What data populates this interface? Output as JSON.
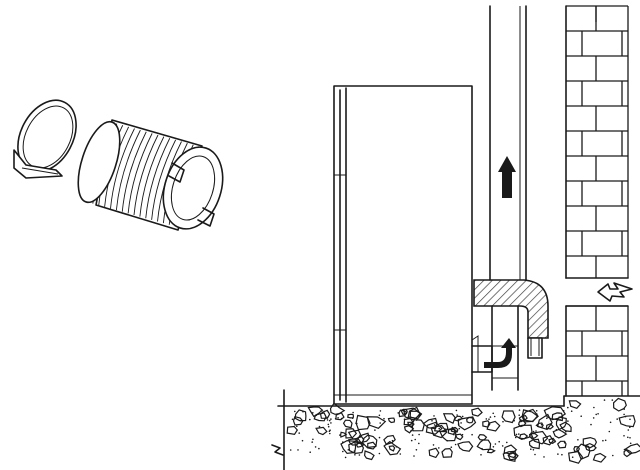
{
  "figure": {
    "parts": [
      {
        "id": "hose-clamp",
        "icon": "hose-clamp-icon"
      },
      {
        "id": "flexible-duct",
        "icon": "flexible-duct-icon"
      },
      {
        "id": "appliance",
        "icon": "appliance-cabinet-icon"
      },
      {
        "id": "chimney-flue",
        "icon": "flue-pipe-icon"
      },
      {
        "id": "brick-wall",
        "icon": "brick-wall-icon"
      },
      {
        "id": "floor",
        "icon": "concrete-floor-icon"
      }
    ],
    "airflow_arrows": [
      {
        "id": "exhaust-up",
        "icon": "arrow-up-icon"
      },
      {
        "id": "exhaust-into-duct",
        "icon": "curved-arrow-icon"
      },
      {
        "id": "outside-air-inlet",
        "icon": "zigzag-arrow-icon"
      }
    ],
    "colors": {
      "line": "#1a1a1a",
      "background": "#ffffff",
      "hatch": "#444444"
    }
  }
}
